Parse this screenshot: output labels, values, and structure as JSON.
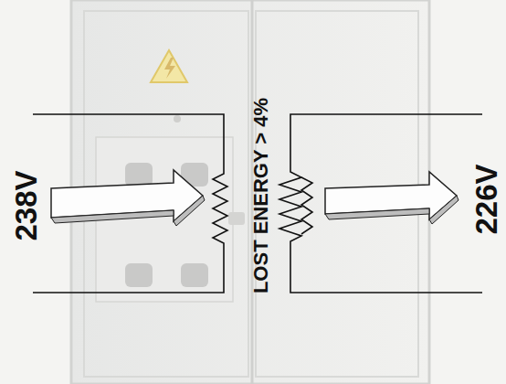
{
  "diagram": {
    "labels": [
      "238V",
      "LOST ENERGY > 4%",
      "226V"
    ]
  }
}
